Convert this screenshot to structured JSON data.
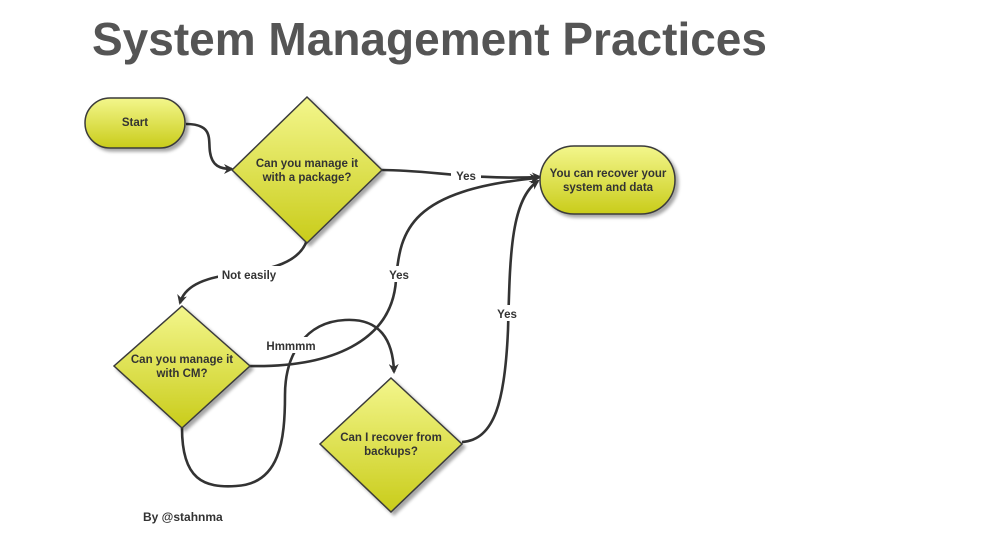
{
  "title": "System Management Practices",
  "credit": "By @stahnma",
  "colors": {
    "node_fill_top": "#f3f68c",
    "node_fill_bottom": "#c9cc1a",
    "node_stroke": "#3a3a3a",
    "edge": "#333333",
    "title": "#555555"
  },
  "nodes": {
    "start": {
      "shape": "terminal",
      "lines": [
        "Start"
      ]
    },
    "q_package": {
      "shape": "decision",
      "lines": [
        "Can you manage it",
        "with a package?"
      ]
    },
    "recover": {
      "shape": "terminal",
      "lines": [
        "You can recover your",
        "system and data"
      ]
    },
    "q_cm": {
      "shape": "decision",
      "lines": [
        "Can you manage it",
        "with CM?"
      ]
    },
    "q_backups": {
      "shape": "decision",
      "lines": [
        "Can I recover from",
        "backups?"
      ]
    }
  },
  "edges": {
    "start_to_package": {
      "from": "Start",
      "to": "Can you manage it with a package?",
      "label": ""
    },
    "package_yes": {
      "from": "Can you manage it with a package?",
      "to": "You can recover your system and data",
      "label": "Yes"
    },
    "package_not_easily": {
      "from": "Can you manage it with a package?",
      "to": "Can you manage it with CM?",
      "label": "Not easily"
    },
    "cm_yes": {
      "from": "Can you manage it with CM?",
      "to": "You can recover your system and data",
      "label": "Yes"
    },
    "cm_hmmmm": {
      "from": "Can you manage it with CM?",
      "to": "Can I recover from backups?",
      "label": "Hmmmm"
    },
    "backups_yes": {
      "from": "Can I recover from backups?",
      "to": "You can recover your system and data",
      "label": "Yes"
    }
  }
}
